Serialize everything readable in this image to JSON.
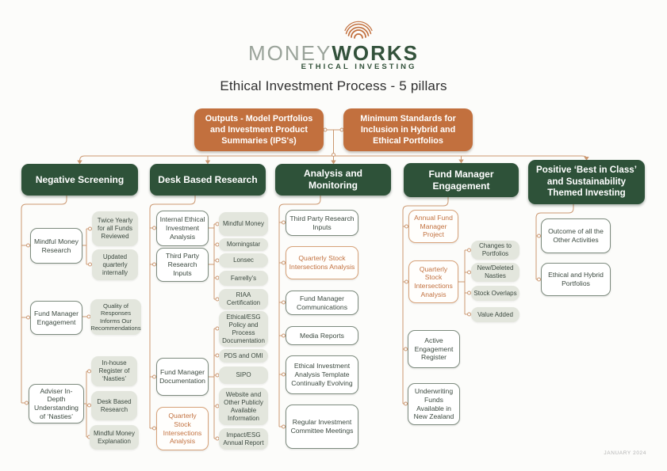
{
  "header": {
    "brand_money": "MONEY",
    "brand_works": "WORKS",
    "brand_tagline": "ETHICAL INVESTING",
    "title": "Ethical Investment Process - 5 pillars"
  },
  "top_boxes": {
    "outputs": "Outputs - Model Portfolios and Investment Product Summaries (IPS's)",
    "standards": "Minimum Standards for Inclusion in Hybrid and Ethical Portfolios"
  },
  "columns": [
    {
      "pillar": "Negative Screening",
      "nodes": {
        "mindful_money_research": "Mindful Money Research",
        "twice_yearly": "Twice Yearly for all Funds Reviewed",
        "updated_quarterly": "Updated quarterly internally",
        "fund_manager_engagement": "Fund Manager Engagement",
        "quality_of_responses": "Quality of Responses Informs Our Recommendations",
        "adviser_understanding": "Adviser In-Depth Understanding of ‘Nasties’",
        "inhouse_register": "In-house Register of ‘Nasties’",
        "desk_based_research": "Desk Based Research",
        "mindful_money_explanation": "Mindful Money Explanation"
      }
    },
    {
      "pillar": "Desk Based Research",
      "nodes": {
        "internal_ethical_analysis": "Internal Ethical Investment Analysis",
        "third_party_research_inputs": "Third Party Research Inputs",
        "mindful_money": "Mindful Money",
        "morningstar": "Morningstar",
        "lonsec": "Lonsec",
        "farrellys": "Farrelly's",
        "riaa_certification": "RIAA Certification",
        "fund_manager_documentation": "Fund Manager Documentation",
        "esg_policy_docs": "Ethical/ESG Policy and Process Documentation",
        "pds_and_omi": "PDS and OMI",
        "sipo": "SIPO",
        "website_public_info": "Website and Other Publicly Available Information",
        "impact_annual_report": "Impact/ESG Annual Report",
        "quarterly_stock_intersections": "Quarterly Stock Intersections Analysis"
      }
    },
    {
      "pillar": "Analysis and Monitoring",
      "nodes": {
        "third_party_research_inputs": "Third Party Research Inputs",
        "quarterly_stock_intersections": "Quarterly Stock Intersections Analysis",
        "fund_manager_communications": "Fund Manager Communications",
        "media_reports": "Media Reports",
        "analysis_template_evolving": "Ethical Investment Analysis Template Continually Evolving",
        "regular_committee_meetings": "Regular Investment Committee Meetings"
      }
    },
    {
      "pillar": "Fund Manager Engagement",
      "nodes": {
        "annual_fund_manager_project": "Annual Fund Manager Project",
        "quarterly_stock_intersections": "Quarterly Stock Intersections Analysis",
        "changes_to_portfolios": "Changes to Portfolios",
        "new_deleted_nasties": "New/Deleted Nasties",
        "stock_overlaps": "Stock Overlaps",
        "value_added": "Value Added",
        "active_engagement_register": "Active Engagement Register",
        "underwriting_funds_nz": "Underwriting Funds Available in New Zealand"
      }
    },
    {
      "pillar": "Positive ‘Best in Class’ and Sustainability Themed Investing",
      "nodes": {
        "outcome_other_activities": "Outcome of all the Other Activities",
        "ethical_hybrid_portfolios": "Ethical and Hybrid Portfolios"
      }
    }
  ],
  "footer": {
    "date": "JANUARY 2024"
  },
  "colors": {
    "pillar_green": "#2e5239",
    "accent_orange": "#c2703e",
    "connector_tan": "#cb9770",
    "node_gray_fill": "#e3e6dd",
    "brand_gray": "#9aa39a"
  }
}
